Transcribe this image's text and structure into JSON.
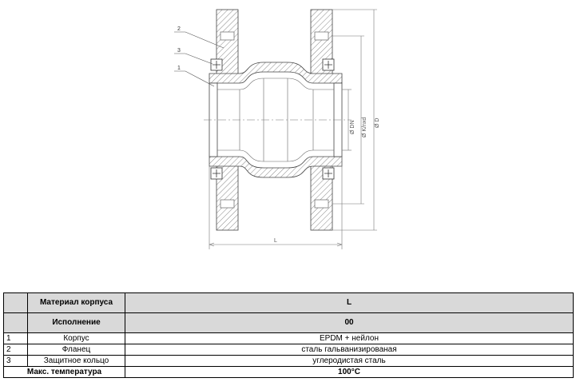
{
  "drawing": {
    "callouts": [
      "2",
      "3",
      "1"
    ],
    "dimensions": {
      "length": "L",
      "diameter_dn": "Ø DN",
      "bolt_circle": "Ø K/nxd",
      "outer_diameter": "Ø D"
    }
  },
  "table": {
    "header": {
      "material_label": "Материал корпуса",
      "material_value": "L",
      "version_label": "Исполнение",
      "version_value": "00"
    },
    "rows": [
      {
        "num": "1",
        "part": "Корпус",
        "material": "EPDM + нейлон"
      },
      {
        "num": "2",
        "part": "Фланец",
        "material": "сталь гальванизированая"
      },
      {
        "num": "3",
        "part": "Защитное кольцо",
        "material": "углеродистая сталь"
      }
    ],
    "max_temp_label": "Макс. температура",
    "max_temp_value": "100°C"
  }
}
